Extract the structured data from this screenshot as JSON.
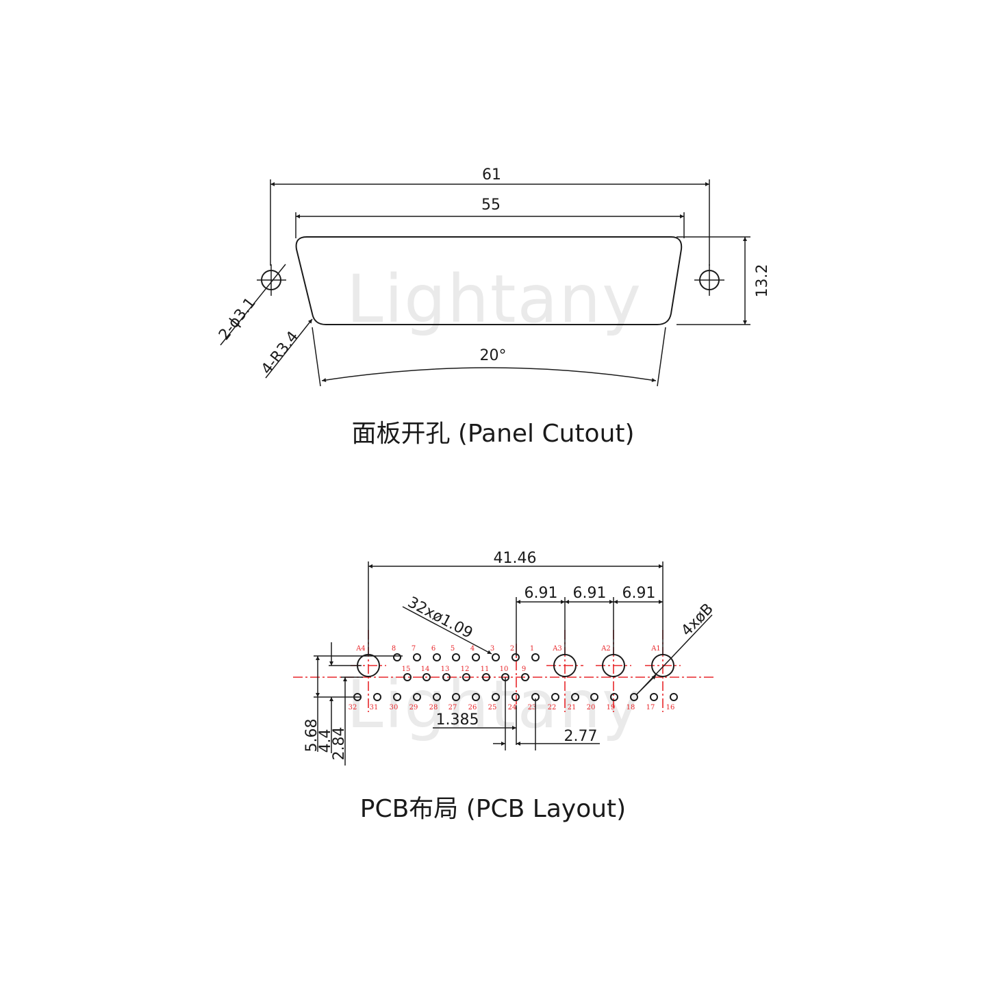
{
  "watermark": "Lightany",
  "panel": {
    "dim_overall": "61",
    "dim_body": "55",
    "dim_height": "13.2",
    "dim_hole": "2-ϕ3.1",
    "dim_radius": "4-R3.4",
    "dim_angle": "20°",
    "caption": "面板开孔 (Panel Cutout)"
  },
  "pcb": {
    "dim_total": "41.46",
    "dim_pitch_a": "6.91",
    "dim_pitch_b": "6.91",
    "dim_pitch_c": "6.91",
    "dim_small_holes": "32xø1.09",
    "dim_big_holes": "4xøB",
    "dim_1385": "1.385",
    "dim_277": "2.77",
    "dim_568": "5.68",
    "dim_44": "4.4",
    "dim_284": "2.84",
    "caption": "PCB布局 (PCB Layout)",
    "big_hole_labels": [
      "A4",
      "A3",
      "A2",
      "A1"
    ],
    "row1_labels": [
      "8",
      "7",
      "6",
      "5",
      "4",
      "3",
      "2",
      "1"
    ],
    "row2_labels": [
      "15",
      "14",
      "13",
      "12",
      "11",
      "10",
      "9"
    ],
    "row3_labels": [
      "32",
      "31",
      "30",
      "29",
      "28",
      "27",
      "26",
      "25",
      "24",
      "23",
      "22",
      "21",
      "20",
      "19",
      "18",
      "17",
      "16"
    ]
  },
  "colors": {
    "line": "#1a1a1a",
    "centerline": "#e8262a",
    "pin_label": "#e8262a",
    "watermark": "#d9d9d9"
  }
}
